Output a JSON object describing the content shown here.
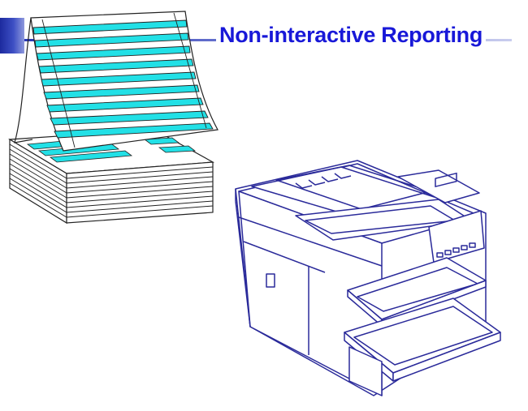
{
  "slide": {
    "title": "Non-interactive Reporting"
  },
  "colors": {
    "title": "#1818d8",
    "accent": "#2b3ab5",
    "paper_stripe": "#22e0e6",
    "printer_line": "#2a2a9a"
  },
  "icons": {
    "paper": "fanfold-paper-stack-illustration",
    "printer": "laser-printer-illustration"
  }
}
